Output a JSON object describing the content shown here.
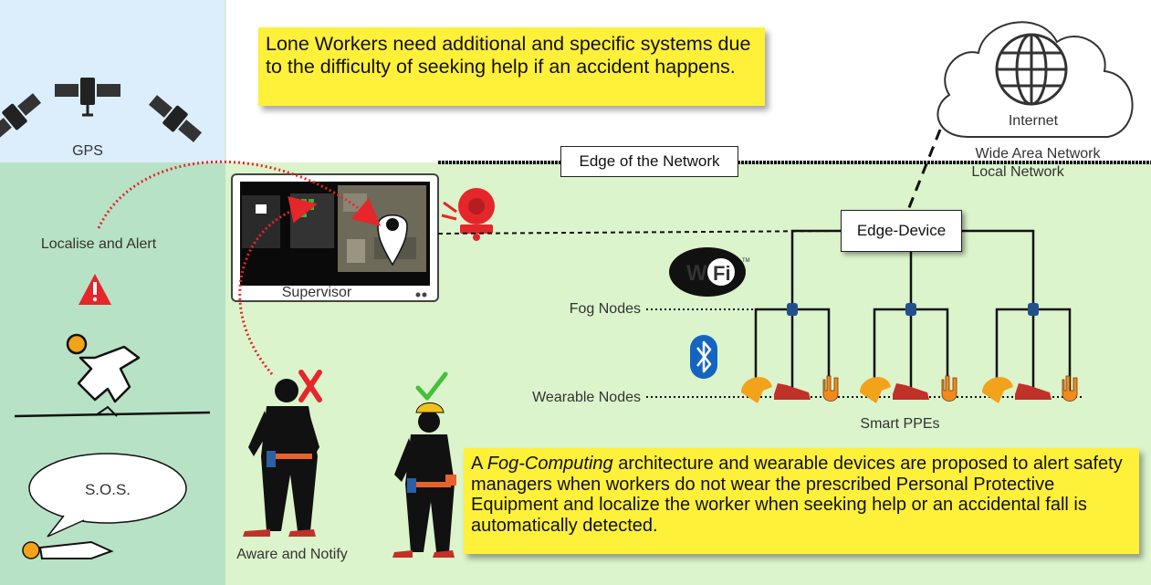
{
  "labels": {
    "gps": "GPS",
    "localise_alert": "Localise and Alert",
    "sos": "S.O.S.",
    "supervisor": "Supervisor",
    "aware_notify": "Aware and Notify",
    "internet": "Internet",
    "wide_area_network": "Wide Area Network",
    "local_network": "Local Network",
    "edge_of_network": "Edge of the Network",
    "edge_device": "Edge-Device",
    "fog_nodes": "Fog Nodes",
    "wearable_nodes": "Wearable Nodes",
    "smart_ppes": "Smart PPEs",
    "wifi_part1": "Wi",
    "wifi_part2": "Fi",
    "wifi_tm": "TM"
  },
  "notes": {
    "top": "Lone Workers need additional and specific systems due to the difficulty of seeking help if an accident happens.",
    "bottom_prefix": "A ",
    "bottom_emphasis": "Fog-Computing",
    "bottom_rest": " architecture and wearable devices are proposed to alert safety managers when workers do not wear the prescribed Personal Protective Equipment and localize the worker when seeking help or an accidental fall is automatically detected."
  },
  "colors": {
    "sky_panel": "#dcedfb",
    "left_panel": "#b8e2c5",
    "main_panel": "#dbf4cc",
    "note_yellow": "#fff03a",
    "alert_red": "#e5262a",
    "check_green": "#45c03a",
    "ppe_orange": "#f2a21b",
    "shoe_red": "#c0312a",
    "fog_node_blue": "#23508a",
    "bluetooth_blue": "#1565c0"
  }
}
